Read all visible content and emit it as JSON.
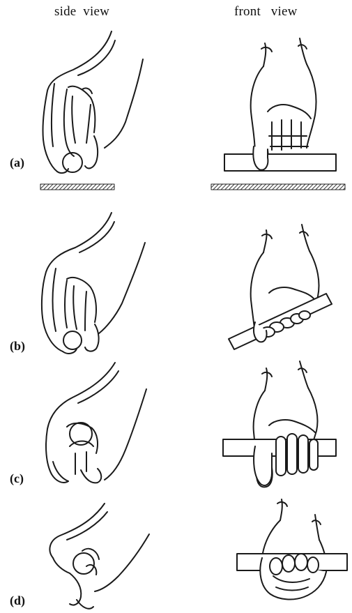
{
  "headers": {
    "side": "side  view",
    "front": "front   view"
  },
  "rows": [
    {
      "label": "(a)"
    },
    {
      "label": "(b)"
    },
    {
      "label": "(c)"
    },
    {
      "label": "(d)"
    }
  ]
}
